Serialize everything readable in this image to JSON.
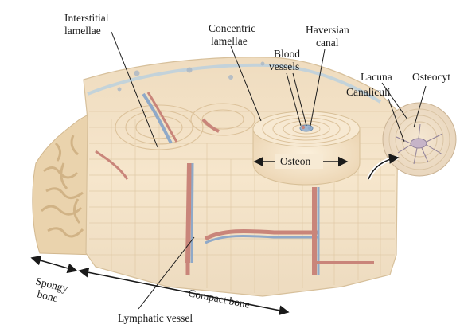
{
  "labels": {
    "interstitial_1": "Interstitial",
    "interstitial_2": "lamellae",
    "concentric_1": "Concentric",
    "concentric_2": "lamellae",
    "haversian_1": "Haversian",
    "haversian_2": "canal",
    "blood_1": "Blood",
    "blood_2": "vessels",
    "lacuna": "Lacuna",
    "osteocyte": "Osteocyt",
    "canaliculi": "Canaliculi",
    "osteon": "Osteon",
    "spongy_1": "Spongy",
    "spongy_2": "bone",
    "compact": "Compact bone",
    "lymphatic": "Lymphatic vessel"
  },
  "colors": {
    "bone_fill": "#f3e2c6",
    "bone_edge": "#d9c2a0",
    "periosteum": "#b8cfe0",
    "vessel_red": "#c9857a",
    "vessel_blue": "#8fa9c8",
    "label": "#1a1a1a"
  }
}
